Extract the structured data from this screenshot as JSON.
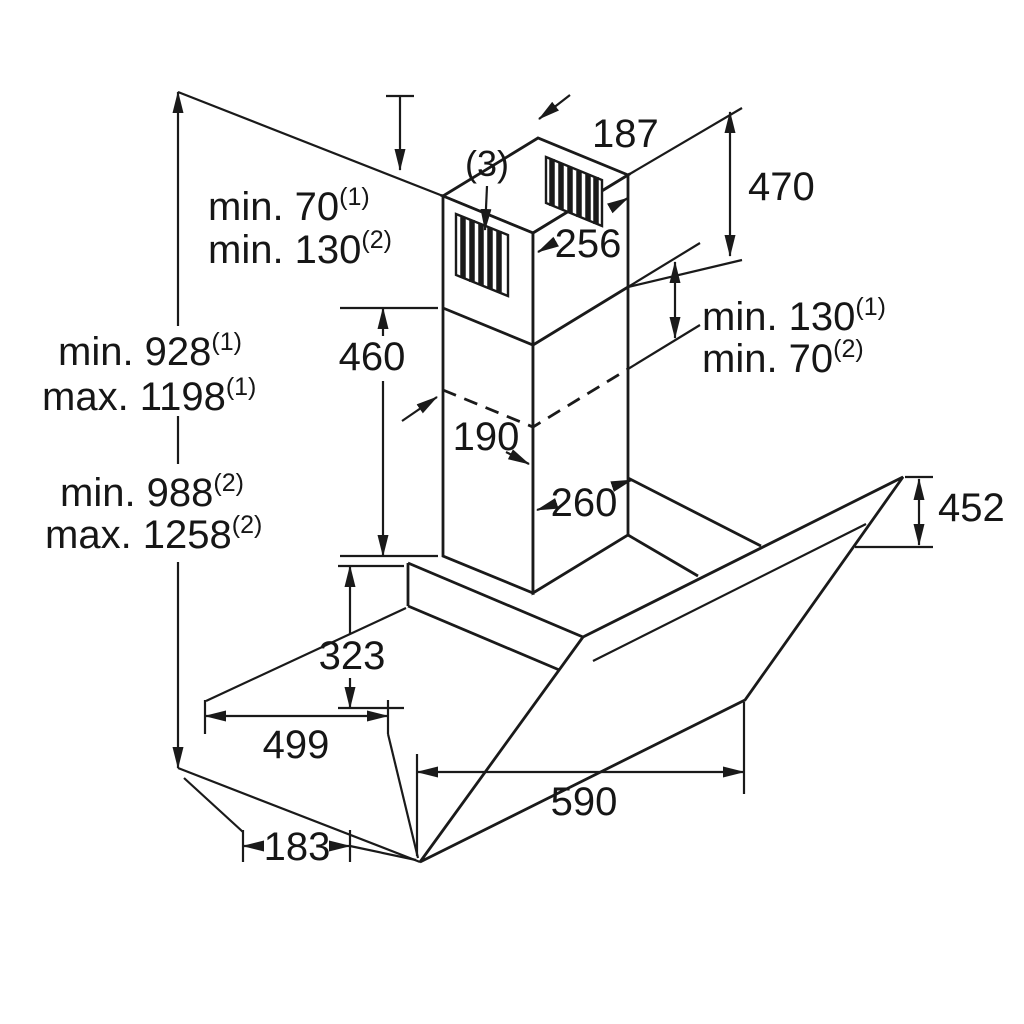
{
  "colors": {
    "ink": "#1a1a1a",
    "background": "#ffffff"
  },
  "labels": {
    "ceiling_gap": {
      "line1": {
        "text": "min. 70",
        "sup": "(1)"
      },
      "line2": {
        "text": "min. 130",
        "sup": "(2)"
      }
    },
    "vent_ref": "(3)",
    "chimney_depth": "187",
    "upper_chimney_height": "470",
    "upper_chimney_width": "256",
    "telescopic_overlap": {
      "line1": {
        "text": "min. 130",
        "sup": "(1)"
      },
      "line2": {
        "text": "min. 70",
        "sup": "(2)"
      }
    },
    "overall_height_duct": {
      "min": {
        "text": "min. 928",
        "sup": "(1)"
      },
      "max": {
        "text": "max. 1198",
        "sup": "(1)"
      }
    },
    "lower_chimney_height": "460",
    "lower_chimney_depth": "190",
    "lower_chimney_width": "260",
    "overall_height_recirc": {
      "min": {
        "text": "min. 988",
        "sup": "(2)"
      },
      "max": {
        "text": "max. 1258",
        "sup": "(2)"
      }
    },
    "panel_rise": "452",
    "body_height": "323",
    "body_depth": "499",
    "hood_width": "590",
    "bottom_clearance": "183"
  }
}
